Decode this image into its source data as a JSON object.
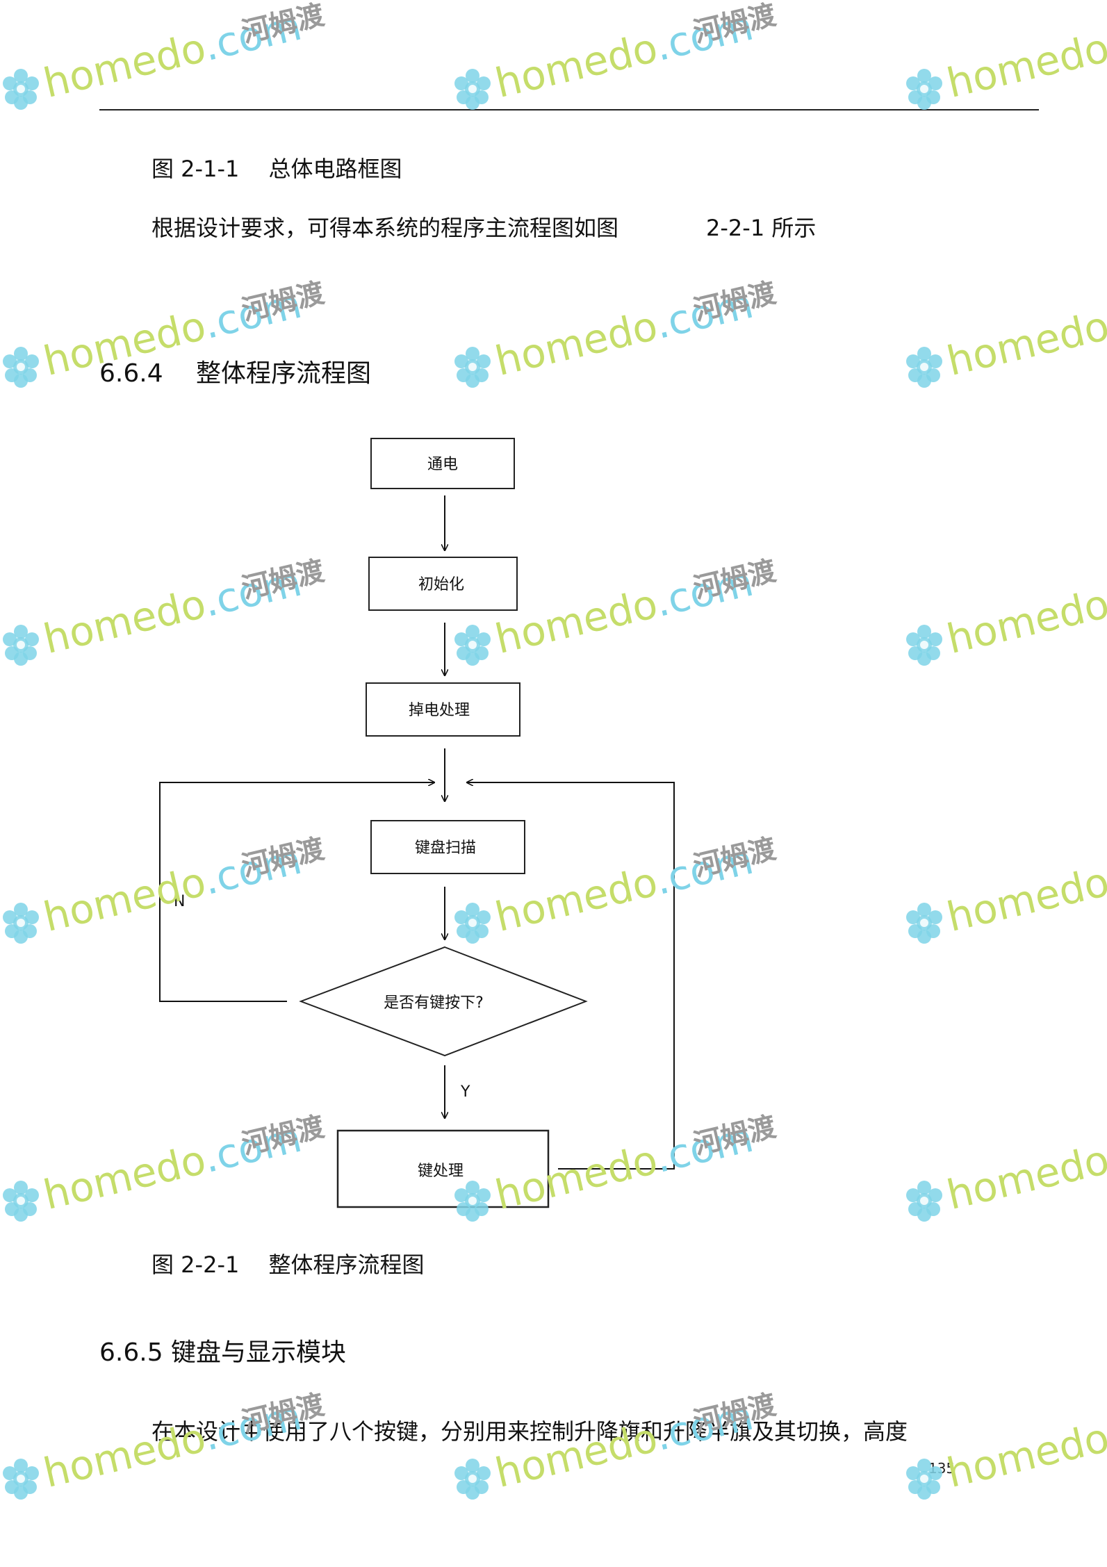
{
  "document": {
    "figure_caption_1": "图 2-1-1　 总体电路框图",
    "intro_text": "根据设计要求，可得本系统的程序主流程图如图",
    "intro_figure_ref": "2-2-1 所示",
    "section_heading_1": "6.6.4　  整体程序流程图",
    "figure_caption_2": "图 2-2-1　 整体程序流程图",
    "section_heading_2": "6.6.5   键盘与显示模块",
    "body_text": "在本设计中使用了八个按键，分别用来控制升降旗和升降半旗及其切换，高度",
    "page_number": "135"
  },
  "flowchart": {
    "nodes": {
      "power_on": "通电",
      "init": "初始化",
      "power_loss": "掉电处理",
      "key_scan": "键盘扫描",
      "key_pressed": "是否有键按下?",
      "key_process": "键处理"
    },
    "edges": {
      "no_label": "N",
      "yes_label": "Y"
    }
  },
  "watermark": {
    "brand": "homedo",
    "suffix": ".com",
    "cn": "河姆渡",
    "brand_color": "#c5dd6a",
    "suffix_color": "#7fd3e8",
    "cn_color": "#9a9a9a",
    "flower_color": "#7fd3e8"
  }
}
